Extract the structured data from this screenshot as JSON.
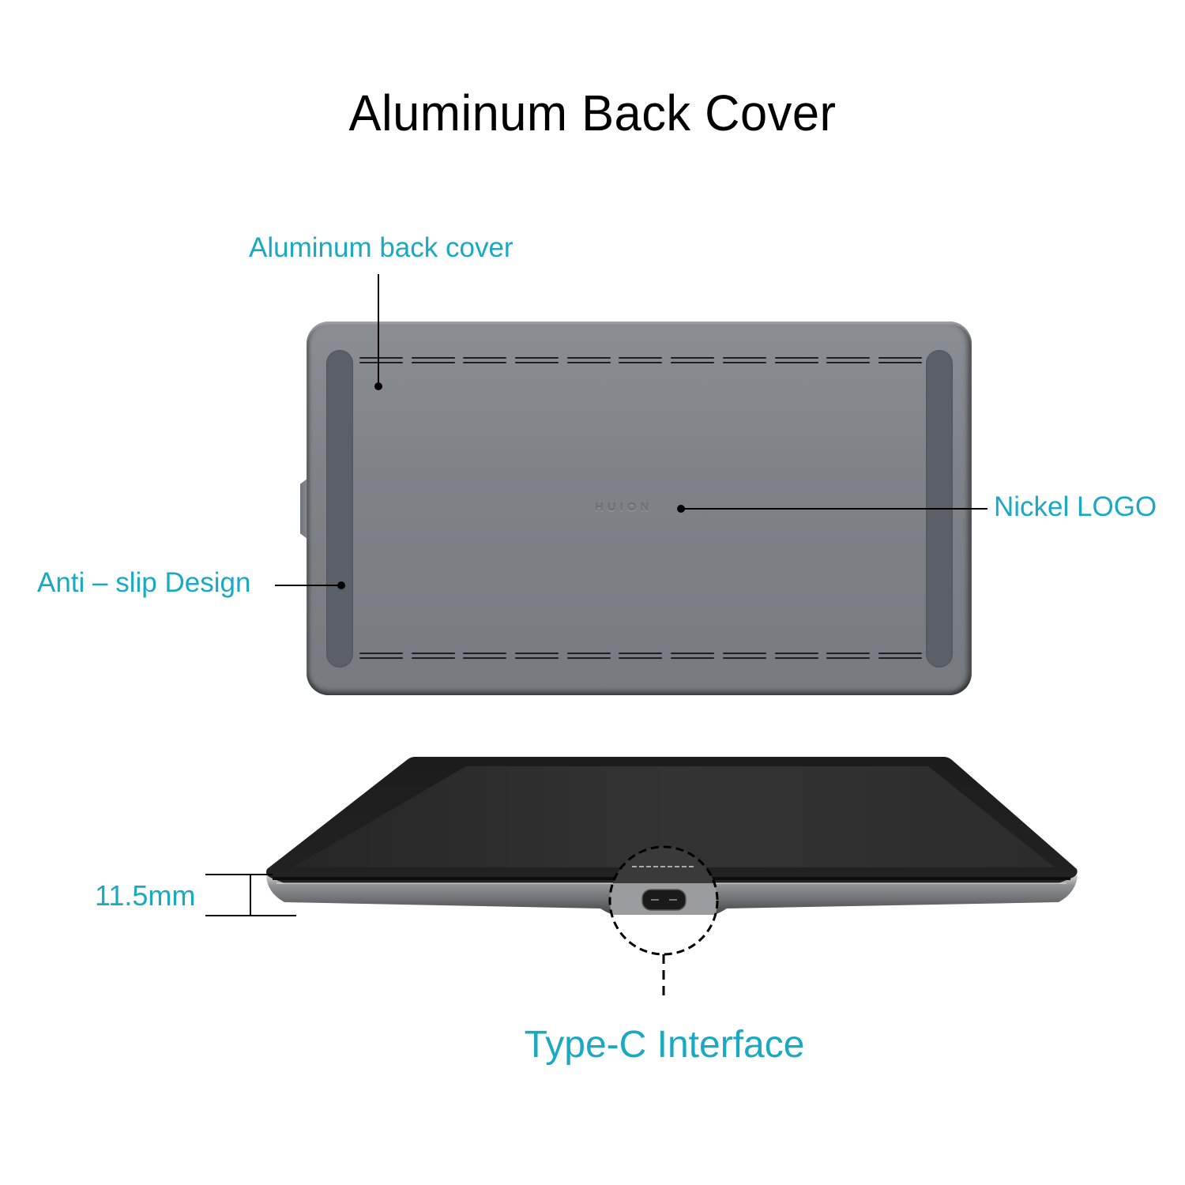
{
  "title": "Aluminum Back Cover",
  "callouts": {
    "aluminum_back_cover": "Aluminum back cover",
    "nickel_logo": "Nickel LOGO",
    "anti_slip": "Anti – slip Design",
    "thickness": "11.5mm",
    "type_c": "Type-C Interface"
  },
  "device": {
    "logo_text": "HUION",
    "back_color": "#7f8388",
    "strip_color": "#5b6068",
    "front_color": "#2b2b2b",
    "vent_rows": 2,
    "vents_per_row": 11
  },
  "colors": {
    "callout": "#1aa9c2",
    "title": "#000000"
  }
}
